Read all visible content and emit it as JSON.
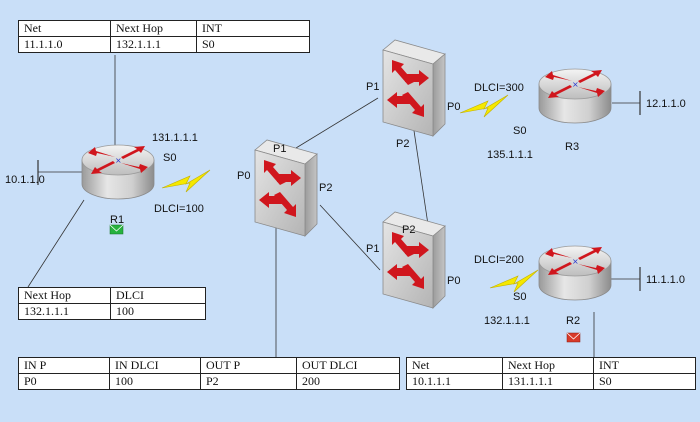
{
  "tables": {
    "r1_route": {
      "headers": [
        "Net",
        "Next Hop",
        "INT"
      ],
      "rows": [
        [
          "11.1.1.0",
          "132.1.1.1",
          "S0"
        ]
      ]
    },
    "r1_map": {
      "headers": [
        "Next Hop",
        "DLCI"
      ],
      "rows": [
        [
          "132.1.1.1",
          "100"
        ]
      ]
    },
    "switch_map": {
      "headers": [
        "IN P",
        "IN DLCI",
        "OUT P",
        "OUT DLCI"
      ],
      "rows": [
        [
          "P0",
          "100",
          "P2",
          "200"
        ]
      ]
    },
    "r2_route": {
      "headers": [
        "Net",
        "Next Hop",
        "INT"
      ],
      "rows": [
        [
          "10.1.1.1",
          "131.1.1.1",
          "S0"
        ]
      ]
    }
  },
  "routers": {
    "r1": {
      "name": "R1",
      "ip": "131.1.1.1",
      "iface": "S0",
      "net": "10.1.1.0",
      "dlci": "DLCI=100"
    },
    "r2": {
      "name": "R2",
      "ip": "132.1.1.1",
      "iface": "S0",
      "net": "11.1.1.0",
      "dlci": "DLCI=200"
    },
    "r3": {
      "name": "R3",
      "ip": "135.1.1.1",
      "iface": "S0",
      "net": "12.1.1.0",
      "dlci": "DLCI=300"
    }
  },
  "switches": {
    "sw_left": {
      "p1": "P1",
      "p0": "P0",
      "p2": "P2"
    },
    "sw_top": {
      "p1": "P1",
      "p0": "P0",
      "p2": "P2"
    },
    "sw_bottom": {
      "p1": "P1",
      "p0": "P0",
      "p2": "P2"
    }
  },
  "colors": {
    "background": "#c9dff8",
    "router_body": "#d6d6d6",
    "switch_body": "#cfcfcf",
    "arrow": "#d0161d",
    "serial_link": "#f5e800",
    "mail_green": "#27b23e",
    "mail_red": "#d83a2a"
  }
}
